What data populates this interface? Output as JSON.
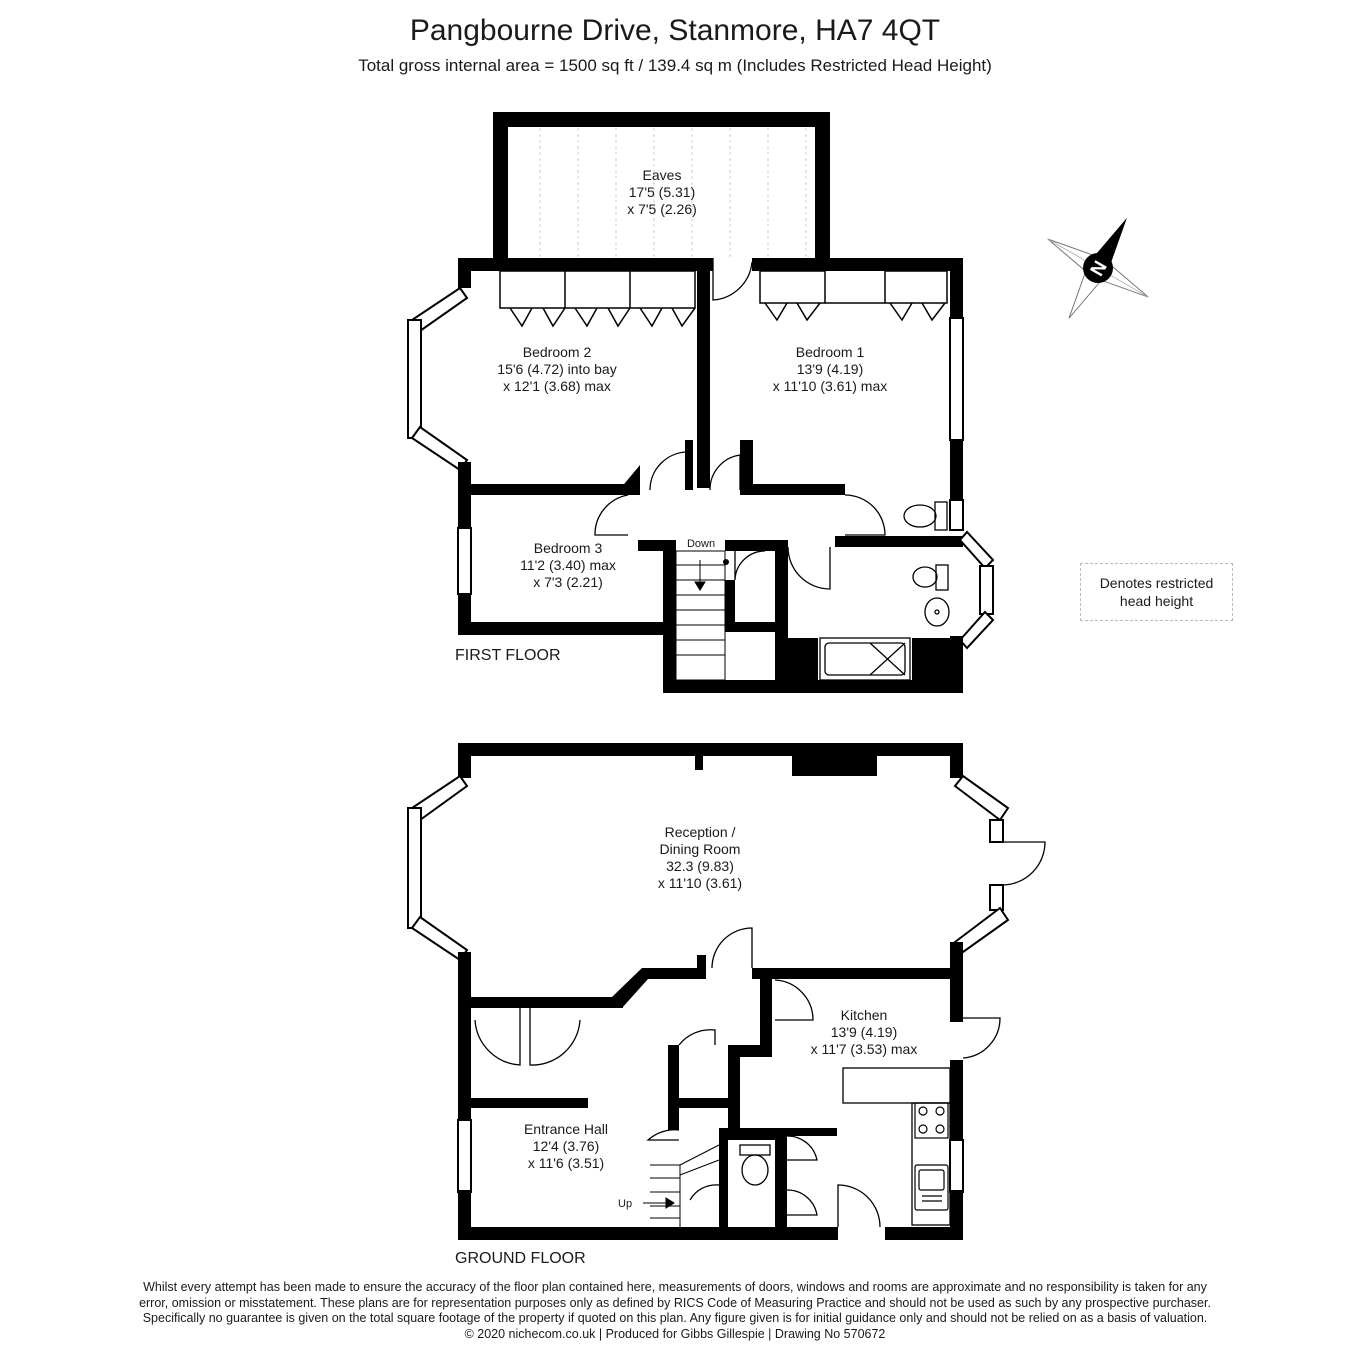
{
  "header": {
    "title": "Pangbourne Drive, Stanmore, HA7 4QT",
    "subtitle": "Total gross internal area =  1500 sq ft / 139.4 sq m (Includes Restricted Head Height)"
  },
  "compass": {
    "label": "N"
  },
  "legend": {
    "line1": "Denotes restricted",
    "line2": "head height"
  },
  "first_floor": {
    "label": "FIRST FLOOR",
    "rooms": {
      "eaves": {
        "name": "Eaves",
        "dim1": "17'5 (5.31)",
        "dim2": "x 7'5 (2.26)"
      },
      "bedroom2": {
        "name": "Bedroom 2",
        "dim1": "15'6 (4.72) into bay",
        "dim2": "x 12'1 (3.68) max"
      },
      "bedroom1": {
        "name": "Bedroom 1",
        "dim1": "13'9 (4.19)",
        "dim2": "x 11'10 (3.61) max"
      },
      "bedroom3": {
        "name": "Bedroom 3",
        "dim1": "11'2 (3.40) max",
        "dim2": "x 7'3 (2.21)"
      }
    },
    "stairs_label": "Down"
  },
  "ground_floor": {
    "label": "GROUND FLOOR",
    "rooms": {
      "reception": {
        "name1": "Reception /",
        "name2": "Dining Room",
        "dim1": "32.3 (9.83)",
        "dim2": "x 11'10 (3.61)"
      },
      "kitchen": {
        "name": "Kitchen",
        "dim1": "13'9 (4.19)",
        "dim2": "x 11'7 (3.53) max"
      },
      "entrance_hall": {
        "name": "Entrance Hall",
        "dim1": "12'4 (3.76)",
        "dim2": "x 11'6 (3.51)"
      }
    },
    "stairs_label": "Up"
  },
  "footer": {
    "line1": "Whilst every attempt has been made to ensure the accuracy of the floor plan contained here, measurements of doors, windows and rooms are approximate and no responsibility is taken for any",
    "line2": "error, omission or misstatement. These plans are for representation purposes only as defined by RICS Code of Measuring Practice and should not be used as such by any prospective purchaser.",
    "line3": "Specifically no guarantee is given on the total square footage of the property if quoted on this plan. Any figure given is for initial guidance only and should not be relied on as a basis of valuation.",
    "line4": "© 2020 nichecom.co.uk  |  Produced for Gibbs Gillespie  |  Drawing No 570672"
  }
}
